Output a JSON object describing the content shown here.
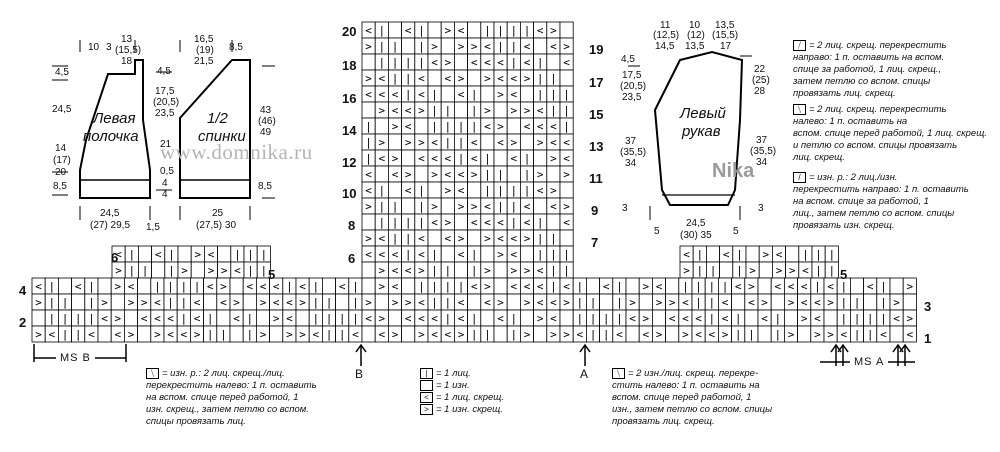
{
  "watermark": "www.domnika.ru",
  "logo": "Nika",
  "front": {
    "title_line1": "Левая",
    "title_line2": "полочка",
    "top_dims": [
      "10",
      "3",
      "13",
      "(15,5)",
      "18"
    ],
    "left_dims": [
      "4,5",
      "24,5",
      "14",
      "(17)",
      "20",
      "8,5"
    ],
    "bottom_dims": [
      "24,5",
      "(27) 29,5"
    ],
    "small": "1,5"
  },
  "back": {
    "title_line1": "1/2",
    "title_line2": "спинки",
    "top_dims": [
      "16,5",
      "(19)",
      "21,5",
      "8,5"
    ],
    "left_dims": [
      "4,5",
      "17,5",
      "(20,5)",
      "23,5",
      "21",
      "0,5",
      "4",
      "4"
    ],
    "right_dims": [
      "43",
      "(46)",
      "49",
      "8,5"
    ],
    "bottom_dims": [
      "25",
      "(27,5) 30"
    ]
  },
  "sleeve": {
    "title_line1": "Левый",
    "title_line2": "рукав",
    "top_dims": [
      "11",
      "(12,5)",
      "14,5",
      "10",
      "(12)",
      "13,5",
      "13,5",
      "(15,5)",
      "17"
    ],
    "left_dims": [
      "4,5",
      "17,5",
      "(20,5)",
      "23,5",
      "37",
      "(35,5)",
      "34",
      "3"
    ],
    "right_dims": [
      "22",
      "(25)",
      "28",
      "37",
      "(35,5)",
      "34",
      "3"
    ],
    "bottom_dims": [
      "5",
      "24,5",
      "(30) 35",
      "5"
    ]
  },
  "chart": {
    "row_numbers_left": [
      "20",
      "18",
      "16",
      "14",
      "12",
      "10",
      "8",
      "6",
      "4",
      "2",
      "6"
    ],
    "row_numbers_right": [
      "19",
      "17",
      "15",
      "13",
      "11",
      "9",
      "7",
      "5",
      "3",
      "1",
      "5"
    ],
    "markers": {
      "b": "B",
      "a": "A",
      "ms_b": "MS B",
      "ms_a": "MS A"
    }
  },
  "legend": {
    "right1": [
      "= 2 лиц. скрещ. перекрестить",
      "направо: 1 п. оставить на вспом.",
      "спице за работой, 1 лиц. скрещ.,",
      "затем петлю со вспом. спицы",
      "провязать лиц. скрещ."
    ],
    "right2": [
      "= 2 лиц. скрещ. перекрестить",
      "налево: 1 п. оставить на",
      "вспом. спице перед работой, 1 лиц. скрещ.",
      "и петлю со вспом. спицы провязать",
      "лиц. скрещ."
    ],
    "right3": [
      "= изн. р.: 2 лиц./изн.",
      "перекрестить направо: 1 п. оставить",
      "на вспом. спице за работой, 1",
      "лиц., затем петлю со вспом. спицы",
      "провязать изн. скрещ."
    ],
    "bottom_left": [
      "= изн. р.: 2 лиц. скрещ./лиц.",
      "перекрестить налево: 1 п. оставить",
      "на вспом. спице перед работой, 1",
      "изн. скрещ., затем петлю со вспом.",
      "спицы провязать лиц."
    ],
    "symbols": [
      "= 1 лиц.",
      "= 1 изн.",
      "= 1 лиц. скрещ.",
      "= 1 изн. скрещ."
    ],
    "bottom_right": [
      "= 2 изн./лиц. скрещ. перекре-",
      "стить налево: 1 п. оставить на",
      "вспом. спице перед работой, 1",
      "изн., затем петлю со вспом. спицы",
      "провязать лиц. скрещ."
    ]
  }
}
